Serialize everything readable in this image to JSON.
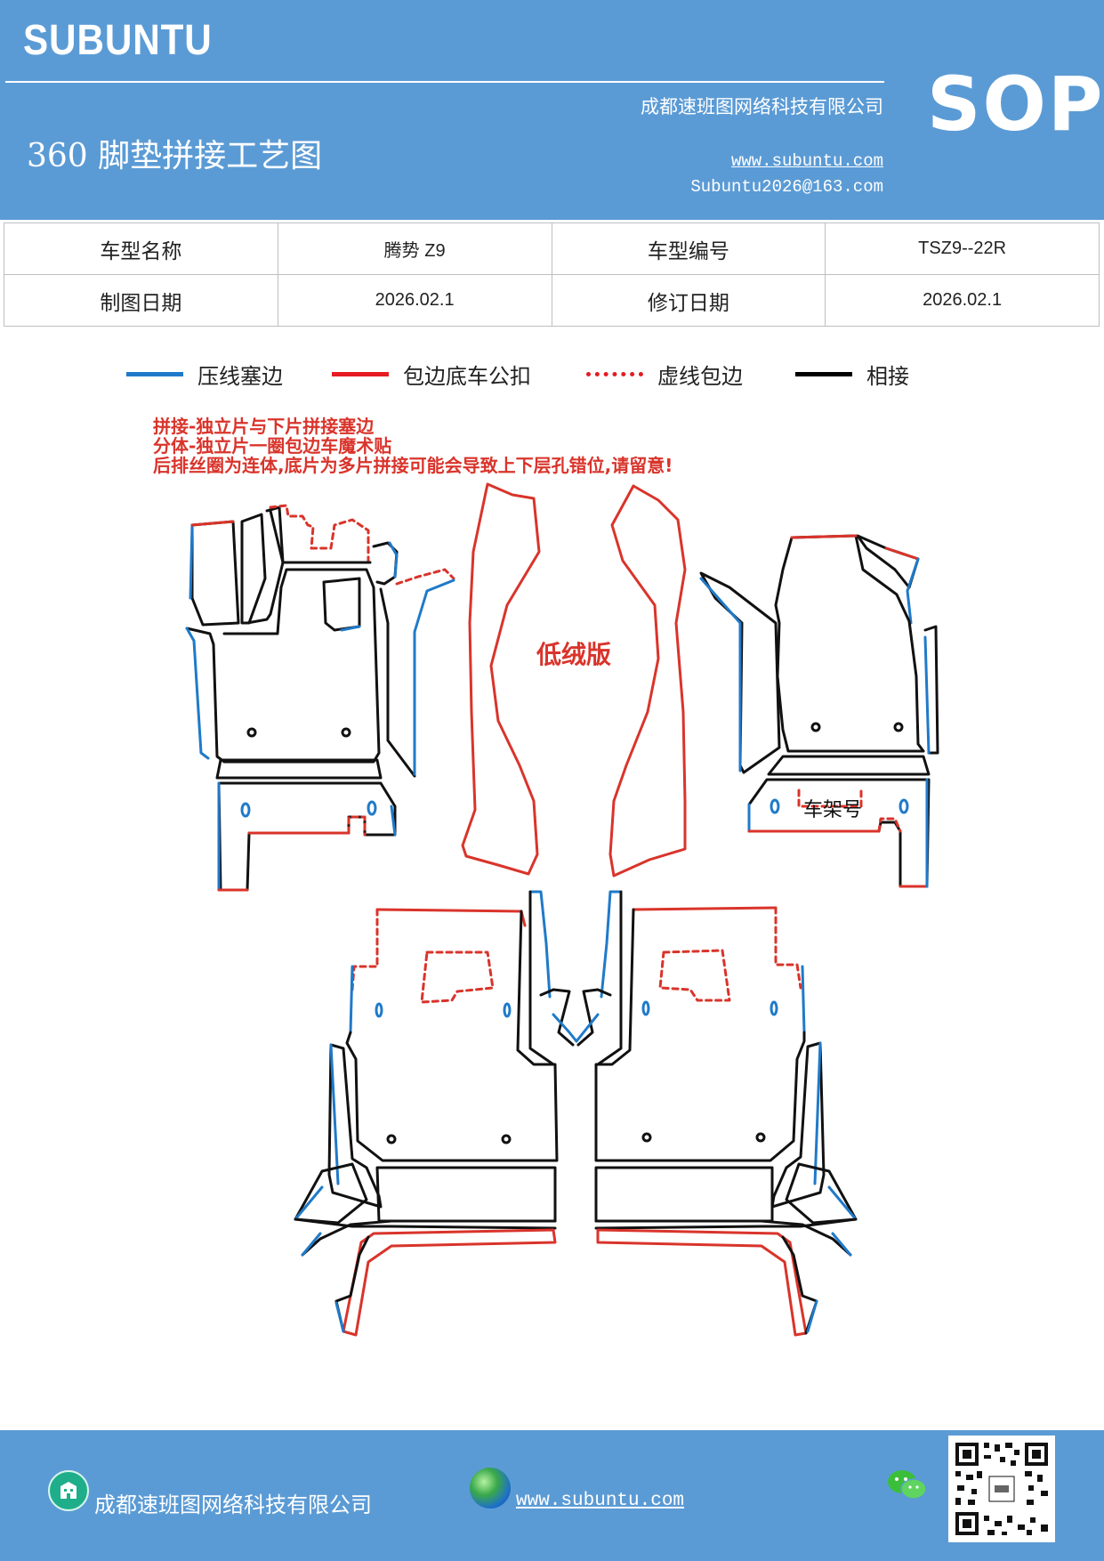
{
  "header": {
    "brand": "SUBUNTU",
    "company": "成都速班图网络科技有限公司",
    "title": "360 脚垫拼接工艺图",
    "website": "www.subuntu.com",
    "email": "Subuntu2026@163.com",
    "sop": "SOP"
  },
  "info_table": {
    "rows": [
      [
        "车型名称",
        "腾势 Z9",
        "车型编号",
        "TSZ9--22R"
      ],
      [
        "制图日期",
        "2026.02.1",
        "修订日期",
        "2026.02.1"
      ]
    ]
  },
  "legend": [
    {
      "label": "压线塞边",
      "color": "#1f7ac9",
      "style": "solid"
    },
    {
      "label": "包边底车公扣",
      "color": "#e51c23",
      "style": "solid"
    },
    {
      "label": "虚线包边",
      "color": "#e51c23",
      "style": "dotted"
    },
    {
      "label": "相接",
      "color": "#000000",
      "style": "solid"
    }
  ],
  "notes": [
    "拼接-独立片与下片拼接塞边",
    "分体-独立片一圈包边车魔术贴",
    "后排丝圈为连体,底片为多片拼接可能会导致上下层孔错位,请留意!"
  ],
  "diagram": {
    "label_low_pile": "低绒版",
    "label_vin": "车架号",
    "colors": {
      "blue": "#1f7ac9",
      "red": "#d9342b",
      "black": "#111111"
    }
  },
  "footer": {
    "company": "成都速班图网络科技有限公司",
    "website": "www.subuntu.com",
    "building_icon": "building-icon",
    "globe_icon": "globe-icon",
    "wechat_icon": "wechat-icon",
    "qr_code": "qr-code"
  }
}
